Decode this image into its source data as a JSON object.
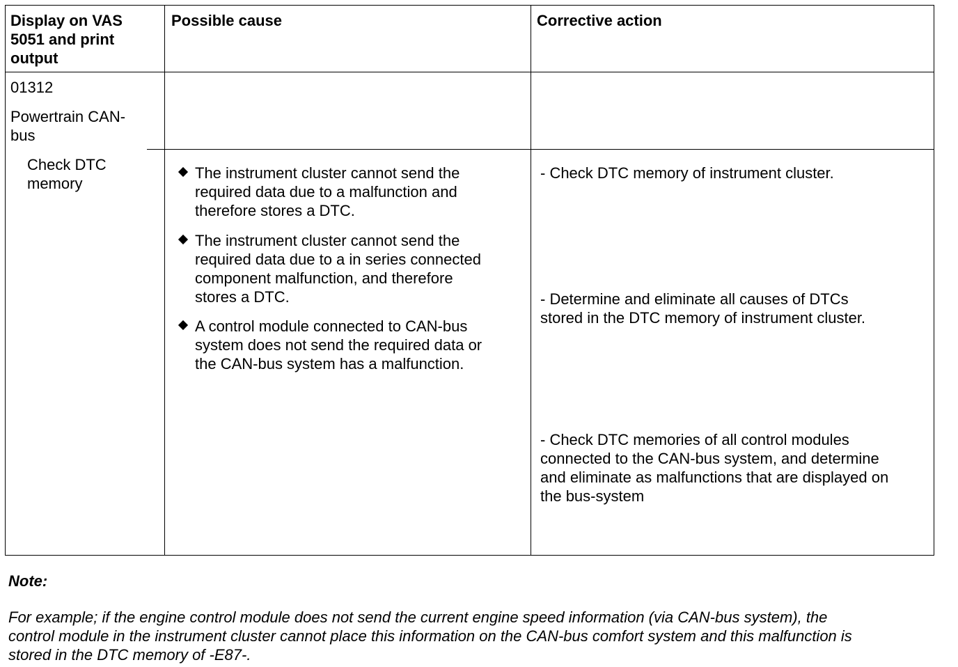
{
  "table": {
    "header": {
      "col1": [
        "Display on VAS",
        "5051 and print",
        "output"
      ],
      "col2": "Possible cause",
      "col3": "Corrective action"
    },
    "row1": {
      "code": "01312",
      "system": [
        "Powertrain CAN-",
        "bus"
      ]
    },
    "row2": {
      "label": [
        "Check DTC",
        "memory"
      ],
      "causes": [
        [
          "The instrument cluster cannot send the",
          "required data due to a malfunction and",
          "therefore stores a DTC."
        ],
        [
          "The instrument cluster cannot send the",
          "required data due to a in series connected",
          "component malfunction, and therefore",
          "stores a DTC."
        ],
        [
          "A control module connected to CAN-bus",
          "system does not send the required data or",
          "the CAN-bus system has a malfunction."
        ]
      ],
      "actions": [
        [
          "- Check DTC memory of instrument cluster."
        ],
        [
          "- Determine and eliminate all causes of DTCs",
          "stored in the DTC memory of instrument cluster."
        ],
        [
          "- Check DTC memories of all control modules",
          "connected to the CAN-bus system, and determine",
          "and eliminate as malfunctions that are displayed on",
          "the bus-system"
        ]
      ]
    }
  },
  "note": {
    "label": "Note:",
    "lines": [
      "For example; if the engine control module does not send the current engine speed information (via CAN-bus system), the",
      "control module in the instrument cluster cannot place this information on the CAN-bus comfort system and this malfunction is",
      "stored in the DTC memory of -E87-."
    ]
  }
}
